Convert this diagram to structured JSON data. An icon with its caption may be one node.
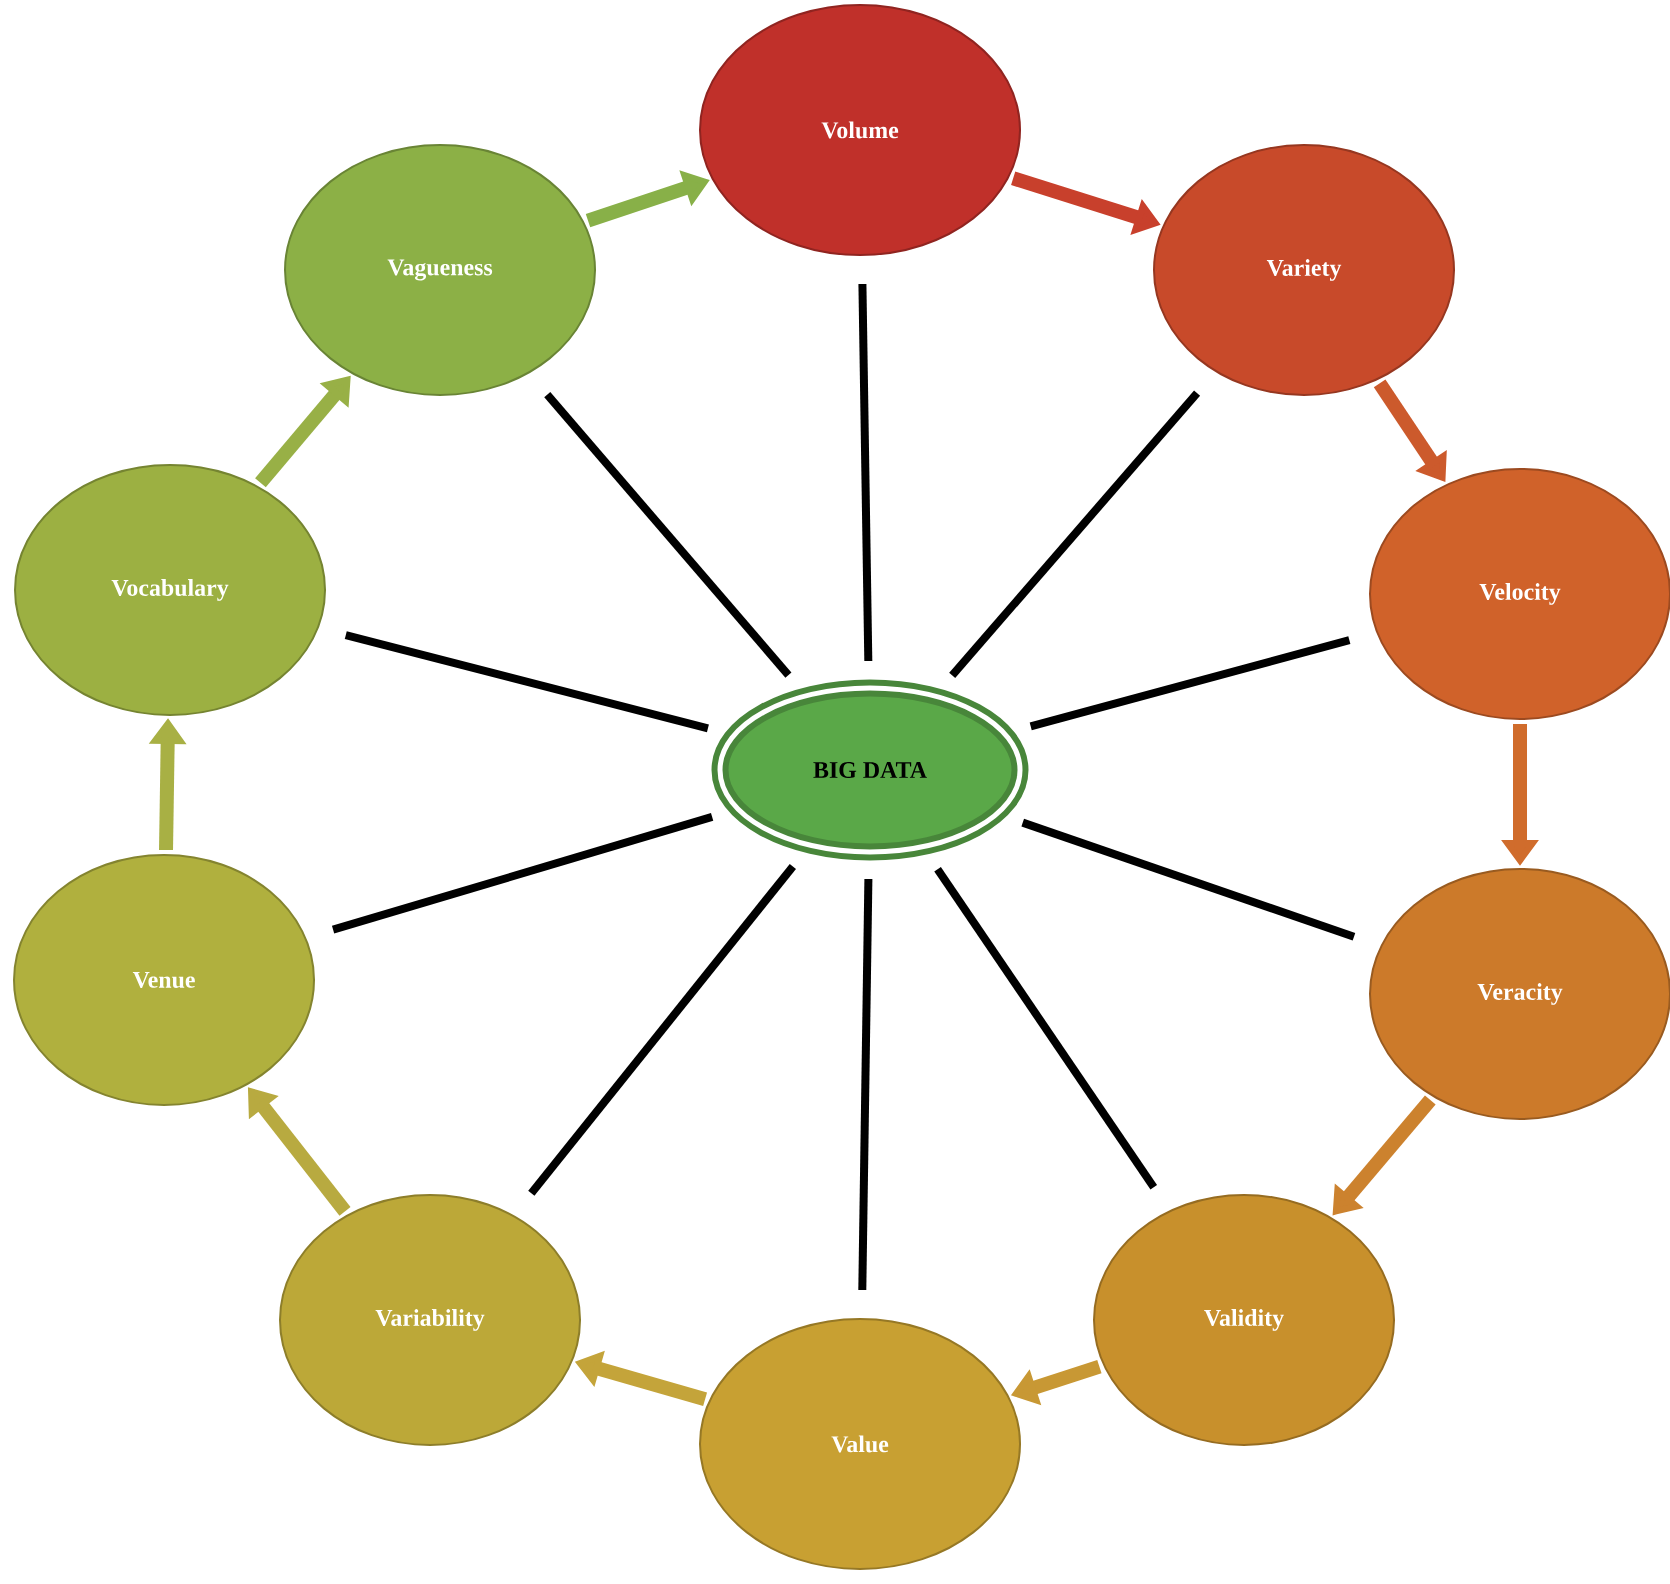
{
  "diagram": {
    "nodes": [
      {
        "text": [
          "BIG DATA"
        ]
      },
      {
        "text": [
          "Volume"
        ]
      },
      {
        "text": [
          "Variety"
        ]
      },
      {
        "text": [
          "Velocity"
        ]
      },
      {
        "text": [
          "Veracity"
        ]
      },
      {
        "text": [
          "Validity"
        ]
      },
      {
        "text": [
          "Value"
        ]
      },
      {
        "text": [
          "Variability"
        ]
      },
      {
        "text": [
          "Venue"
        ]
      },
      {
        "text": [
          "Vocabulary"
        ]
      },
      {
        "text": [
          "Vagueness"
        ]
      }
    ],
    "edges": [
      {
        "from": 0,
        "to": 1,
        "arrow": "none"
      },
      {
        "from": 0,
        "to": 2,
        "arrow": "none"
      },
      {
        "from": 0,
        "to": 3,
        "arrow": "none"
      },
      {
        "from": 0,
        "to": 4,
        "arrow": "none"
      },
      {
        "from": 0,
        "to": 5,
        "arrow": "none"
      },
      {
        "from": 0,
        "to": 6,
        "arrow": "none"
      },
      {
        "from": 0,
        "to": 7,
        "arrow": "none"
      },
      {
        "from": 0,
        "to": 8,
        "arrow": "none"
      },
      {
        "from": 0,
        "to": 9,
        "arrow": "none"
      },
      {
        "from": 0,
        "to": 10,
        "arrow": "none"
      },
      {
        "from": 1,
        "to": 2,
        "arrow": "to",
        "color": "#c8402c"
      },
      {
        "from": 2,
        "to": 3,
        "arrow": "to",
        "color": "#cc5a2c"
      },
      {
        "from": 3,
        "to": 4,
        "arrow": "to",
        "color": "#d06c2c"
      },
      {
        "from": 4,
        "to": 5,
        "arrow": "to",
        "color": "#cc822e"
      },
      {
        "from": 5,
        "to": 6,
        "arrow": "to",
        "color": "#c89834"
      },
      {
        "from": 6,
        "to": 7,
        "arrow": "to",
        "color": "#c4a43a"
      },
      {
        "from": 7,
        "to": 8,
        "arrow": "to",
        "color": "#b8aa40"
      },
      {
        "from": 8,
        "to": 9,
        "arrow": "to",
        "color": "#a8b044"
      },
      {
        "from": 9,
        "to": 10,
        "arrow": "to",
        "color": "#98b046"
      },
      {
        "from": 10,
        "to": 1,
        "arrow": "to",
        "color": "#88b048"
      }
    ]
  }
}
